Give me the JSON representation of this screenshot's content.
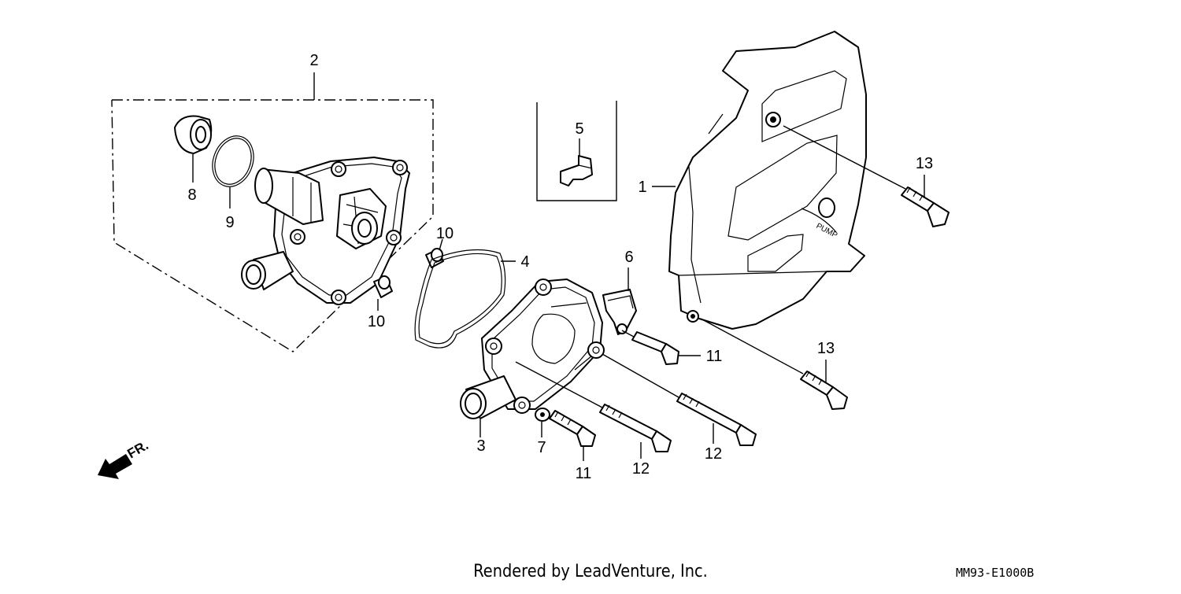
{
  "diagram": {
    "callouts": {
      "c1": "1",
      "c2": "2",
      "c3": "3",
      "c4": "4",
      "c5": "5",
      "c6": "6",
      "c7": "7",
      "c8": "8",
      "c9": "9",
      "c10a": "10",
      "c10b": "10",
      "c11a": "11",
      "c11b": "11",
      "c12a": "12",
      "c12b": "12",
      "c13a": "13",
      "c13b": "13"
    },
    "direction_marker": "FR.",
    "cover_stamp": "PUMP"
  },
  "footer": {
    "credit": "Rendered by LeadVenture, Inc.",
    "diagram_code": "MM93-E1000B"
  }
}
